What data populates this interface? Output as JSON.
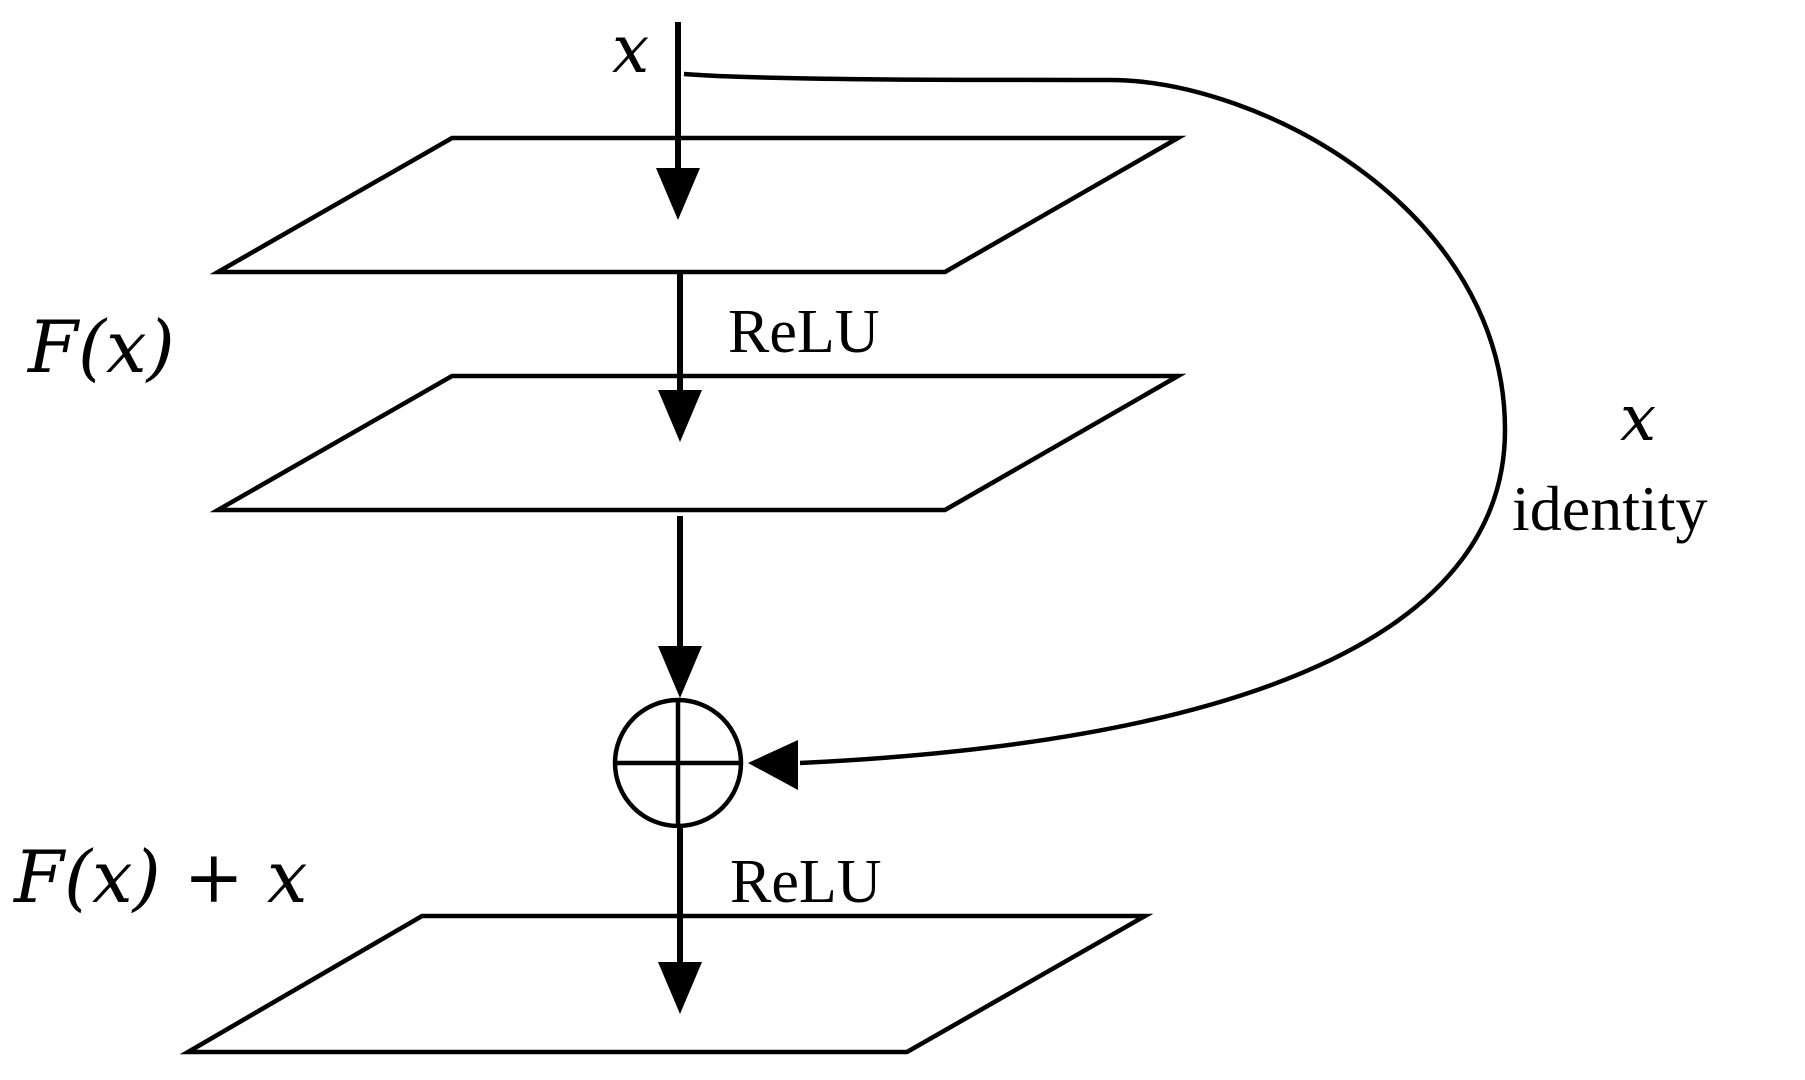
{
  "labels": {
    "input_x": "x",
    "relu_1": "ReLU",
    "fx": "F(x)",
    "skip_x": "x",
    "skip_identity": "identity",
    "fx_plus_x": "F(x) + x",
    "relu_2": "ReLU"
  },
  "colors": {
    "line": "#000000",
    "background": "#ffffff"
  },
  "icons": {
    "sum_node": "circle-plus-icon"
  }
}
